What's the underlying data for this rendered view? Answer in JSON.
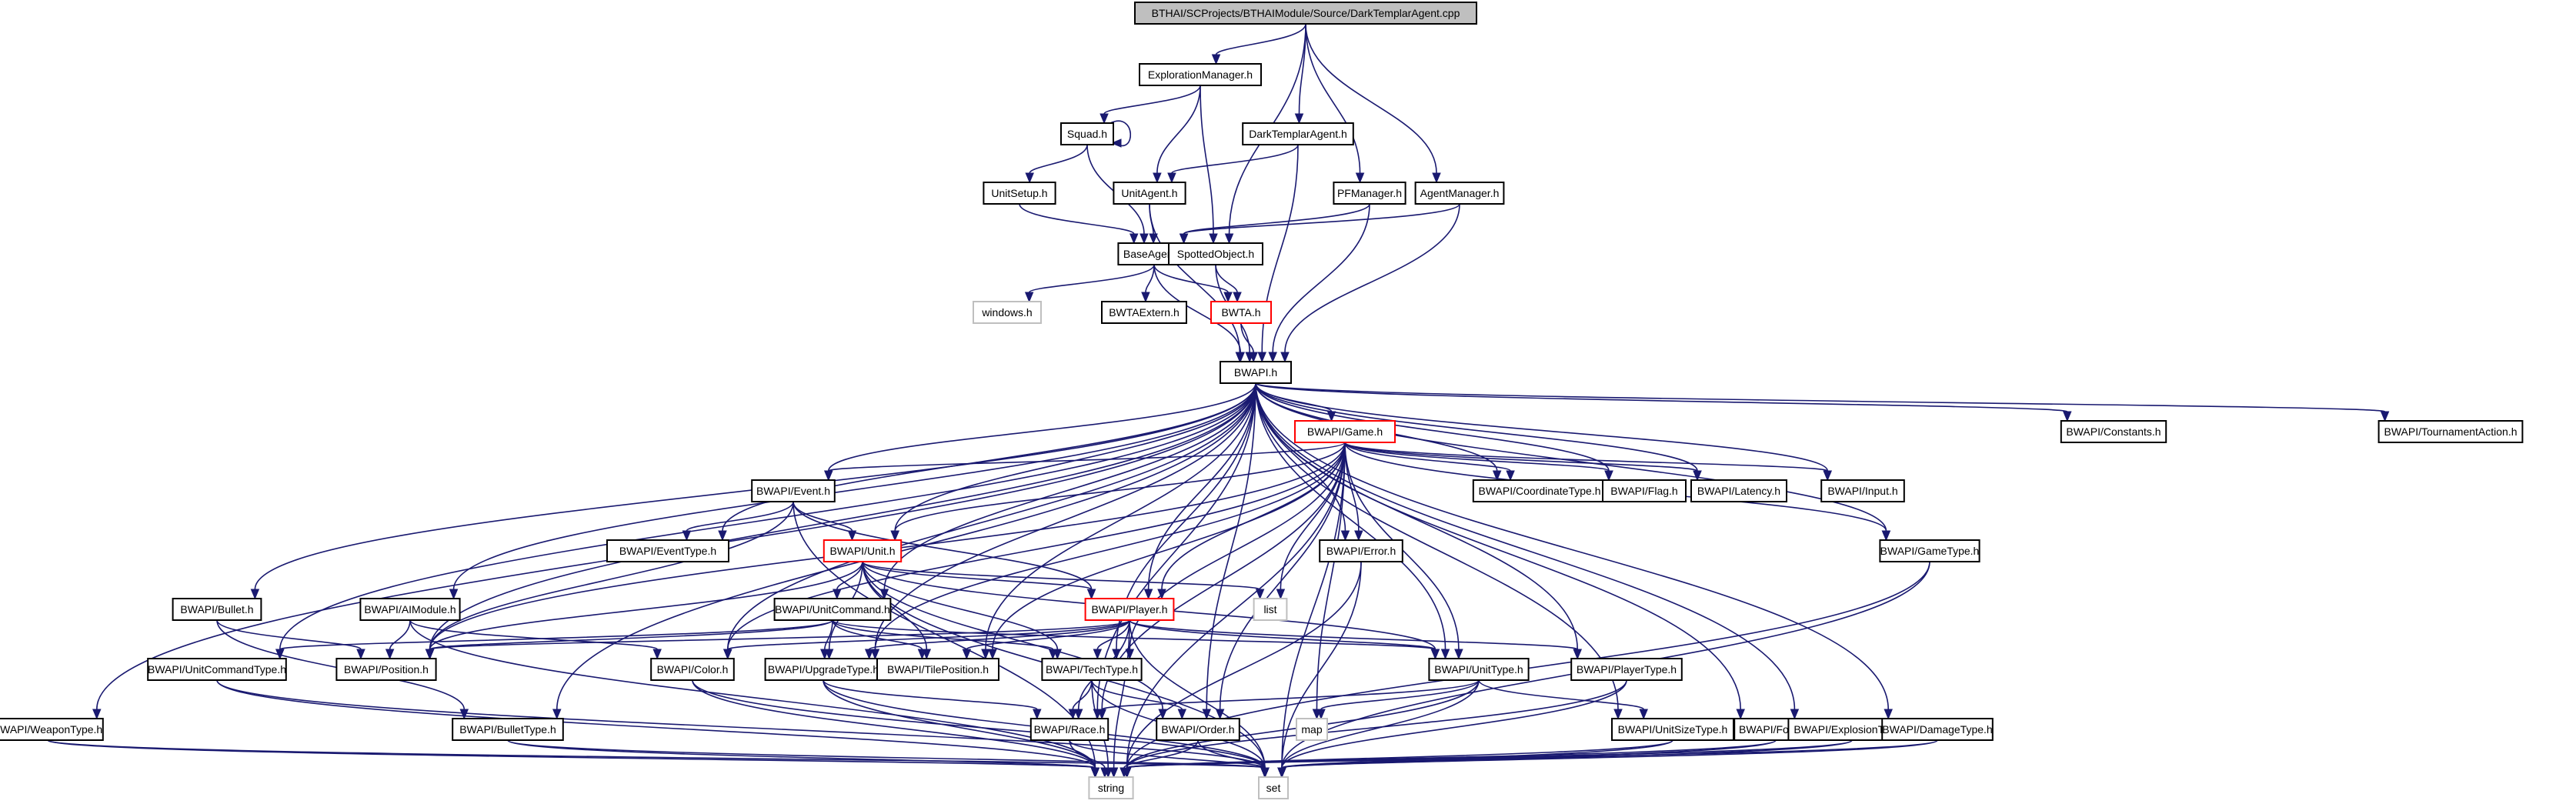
{
  "title": "BTHAI/SCProjects/BTHAIModule/Source/DarkTemplarAgent.cpp",
  "colors": {
    "edge": "#191970",
    "root_fill": "#bfbfbf",
    "incomplete_border": "#ff0000",
    "external_border": "#bfbfbf"
  },
  "nodes": [
    {
      "id": "root",
      "label": "BTHAI/SCProjects/BTHAIModule/Source/DarkTemplarAgent.cpp",
      "kind": "root"
    },
    {
      "id": "exploration",
      "label": "ExplorationManager.h",
      "kind": "normal"
    },
    {
      "id": "dta",
      "label": "DarkTemplarAgent.h",
      "kind": "normal"
    },
    {
      "id": "pfmanager",
      "label": "PFManager.h",
      "kind": "normal"
    },
    {
      "id": "agentmanager",
      "label": "AgentManager.h",
      "kind": "normal"
    },
    {
      "id": "squad",
      "label": "Squad.h",
      "kind": "normal"
    },
    {
      "id": "unitsetup",
      "label": "UnitSetup.h",
      "kind": "normal"
    },
    {
      "id": "unitagent",
      "label": "UnitAgent.h",
      "kind": "normal"
    },
    {
      "id": "baseagent",
      "label": "BaseAgent.h",
      "kind": "normal"
    },
    {
      "id": "spotted",
      "label": "SpottedObject.h",
      "kind": "normal"
    },
    {
      "id": "windows",
      "label": "windows.h",
      "kind": "external"
    },
    {
      "id": "bwtaextern",
      "label": "BWTAExtern.h",
      "kind": "normal"
    },
    {
      "id": "bwta",
      "label": "BWTA.h",
      "kind": "truncated"
    },
    {
      "id": "bwapi",
      "label": "BWAPI.h",
      "kind": "normal"
    },
    {
      "id": "game",
      "label": "BWAPI/Game.h",
      "kind": "truncated"
    },
    {
      "id": "constants",
      "label": "BWAPI/Constants.h",
      "kind": "normal"
    },
    {
      "id": "tournament",
      "label": "BWAPI/TournamentAction.h",
      "kind": "normal"
    },
    {
      "id": "event",
      "label": "BWAPI/Event.h",
      "kind": "normal"
    },
    {
      "id": "coordtype",
      "label": "BWAPI/CoordinateType.h",
      "kind": "normal"
    },
    {
      "id": "flag",
      "label": "BWAPI/Flag.h",
      "kind": "normal"
    },
    {
      "id": "latency",
      "label": "BWAPI/Latency.h",
      "kind": "normal"
    },
    {
      "id": "input",
      "label": "BWAPI/Input.h",
      "kind": "normal"
    },
    {
      "id": "eventtype",
      "label": "BWAPI/EventType.h",
      "kind": "normal"
    },
    {
      "id": "unit",
      "label": "BWAPI/Unit.h",
      "kind": "truncated"
    },
    {
      "id": "error",
      "label": "BWAPI/Error.h",
      "kind": "normal"
    },
    {
      "id": "gametype",
      "label": "BWAPI/GameType.h",
      "kind": "normal"
    },
    {
      "id": "list",
      "label": "list",
      "kind": "external"
    },
    {
      "id": "bullet",
      "label": "BWAPI/Bullet.h",
      "kind": "normal"
    },
    {
      "id": "aimodule",
      "label": "BWAPI/AIModule.h",
      "kind": "normal"
    },
    {
      "id": "unitcommand",
      "label": "BWAPI/UnitCommand.h",
      "kind": "normal"
    },
    {
      "id": "player",
      "label": "BWAPI/Player.h",
      "kind": "truncated"
    },
    {
      "id": "unitcommandtype",
      "label": "BWAPI/UnitCommandType.h",
      "kind": "normal"
    },
    {
      "id": "position",
      "label": "BWAPI/Position.h",
      "kind": "normal"
    },
    {
      "id": "color",
      "label": "BWAPI/Color.h",
      "kind": "normal"
    },
    {
      "id": "upgradetype",
      "label": "BWAPI/UpgradeType.h",
      "kind": "normal"
    },
    {
      "id": "tileposition",
      "label": "BWAPI/TilePosition.h",
      "kind": "normal"
    },
    {
      "id": "techtype",
      "label": "BWAPI/TechType.h",
      "kind": "normal"
    },
    {
      "id": "unittype",
      "label": "BWAPI/UnitType.h",
      "kind": "normal"
    },
    {
      "id": "playertype",
      "label": "BWAPI/PlayerType.h",
      "kind": "normal"
    },
    {
      "id": "weapontype",
      "label": "BWAPI/WeaponType.h",
      "kind": "normal"
    },
    {
      "id": "bullettype",
      "label": "BWAPI/BulletType.h",
      "kind": "normal"
    },
    {
      "id": "race",
      "label": "BWAPI/Race.h",
      "kind": "normal"
    },
    {
      "id": "order",
      "label": "BWAPI/Order.h",
      "kind": "normal"
    },
    {
      "id": "map",
      "label": "map",
      "kind": "external"
    },
    {
      "id": "unitsizetype",
      "label": "BWAPI/UnitSizeType.h",
      "kind": "normal"
    },
    {
      "id": "force",
      "label": "BWAPI/Force.h",
      "kind": "normal"
    },
    {
      "id": "explosiontype",
      "label": "BWAPI/ExplosionType.h",
      "kind": "normal"
    },
    {
      "id": "damagetype",
      "label": "BWAPI/DamageType.h",
      "kind": "normal"
    },
    {
      "id": "string",
      "label": "string",
      "kind": "external"
    },
    {
      "id": "set",
      "label": "set",
      "kind": "external"
    }
  ],
  "edges": [
    [
      "root",
      "exploration"
    ],
    [
      "root",
      "dta"
    ],
    [
      "root",
      "pfmanager"
    ],
    [
      "root",
      "agentmanager"
    ],
    [
      "root",
      "spotted"
    ],
    [
      "exploration",
      "squad"
    ],
    [
      "exploration",
      "unitagent"
    ],
    [
      "exploration",
      "spotted"
    ],
    [
      "squad",
      "squad"
    ],
    [
      "squad",
      "unitsetup"
    ],
    [
      "squad",
      "baseagent"
    ],
    [
      "dta",
      "unitagent"
    ],
    [
      "dta",
      "bwapi"
    ],
    [
      "unitsetup",
      "baseagent"
    ],
    [
      "unitagent",
      "baseagent"
    ],
    [
      "unitagent",
      "bwapi"
    ],
    [
      "pfmanager",
      "baseagent"
    ],
    [
      "pfmanager",
      "bwapi"
    ],
    [
      "agentmanager",
      "baseagent"
    ],
    [
      "agentmanager",
      "bwapi"
    ],
    [
      "baseagent",
      "windows"
    ],
    [
      "baseagent",
      "bwtaextern"
    ],
    [
      "baseagent",
      "bwta"
    ],
    [
      "baseagent",
      "bwapi"
    ],
    [
      "spotted",
      "bwta"
    ],
    [
      "spotted",
      "bwapi"
    ],
    [
      "bwta",
      "bwapi"
    ],
    [
      "bwapi",
      "game"
    ],
    [
      "bwapi",
      "constants"
    ],
    [
      "bwapi",
      "tournament"
    ],
    [
      "bwapi",
      "event"
    ],
    [
      "bwapi",
      "coordtype"
    ],
    [
      "bwapi",
      "flag"
    ],
    [
      "bwapi",
      "latency"
    ],
    [
      "bwapi",
      "input"
    ],
    [
      "bwapi",
      "eventtype"
    ],
    [
      "bwapi",
      "unit"
    ],
    [
      "bwapi",
      "error"
    ],
    [
      "bwapi",
      "gametype"
    ],
    [
      "bwapi",
      "bullet"
    ],
    [
      "bwapi",
      "aimodule"
    ],
    [
      "bwapi",
      "unitcommand"
    ],
    [
      "bwapi",
      "player"
    ],
    [
      "bwapi",
      "unitcommandtype"
    ],
    [
      "bwapi",
      "position"
    ],
    [
      "bwapi",
      "color"
    ],
    [
      "bwapi",
      "upgradetype"
    ],
    [
      "bwapi",
      "tileposition"
    ],
    [
      "bwapi",
      "techtype"
    ],
    [
      "bwapi",
      "unittype"
    ],
    [
      "bwapi",
      "playertype"
    ],
    [
      "bwapi",
      "weapontype"
    ],
    [
      "bwapi",
      "bullettype"
    ],
    [
      "bwapi",
      "race"
    ],
    [
      "bwapi",
      "order"
    ],
    [
      "bwapi",
      "unitsizetype"
    ],
    [
      "bwapi",
      "force"
    ],
    [
      "bwapi",
      "explosiontype"
    ],
    [
      "bwapi",
      "damagetype"
    ],
    [
      "game",
      "event"
    ],
    [
      "game",
      "coordtype"
    ],
    [
      "game",
      "flag"
    ],
    [
      "game",
      "latency"
    ],
    [
      "game",
      "input"
    ],
    [
      "game",
      "unit"
    ],
    [
      "game",
      "error"
    ],
    [
      "game",
      "gametype"
    ],
    [
      "game",
      "list"
    ],
    [
      "game",
      "player"
    ],
    [
      "game",
      "position"
    ],
    [
      "game",
      "color"
    ],
    [
      "game",
      "upgradetype"
    ],
    [
      "game",
      "tileposition"
    ],
    [
      "game",
      "techtype"
    ],
    [
      "game",
      "unittype"
    ],
    [
      "game",
      "race"
    ],
    [
      "game",
      "order"
    ],
    [
      "game",
      "map"
    ],
    [
      "game",
      "set"
    ],
    [
      "game",
      "string"
    ],
    [
      "event",
      "eventtype"
    ],
    [
      "event",
      "unit"
    ],
    [
      "event",
      "player"
    ],
    [
      "event",
      "position"
    ],
    [
      "event",
      "string"
    ],
    [
      "unit",
      "unitcommand"
    ],
    [
      "unit",
      "list"
    ],
    [
      "unit",
      "position"
    ],
    [
      "unit",
      "tileposition"
    ],
    [
      "unit",
      "upgradetype"
    ],
    [
      "unit",
      "techtype"
    ],
    [
      "unit",
      "unittype"
    ],
    [
      "unit",
      "order"
    ],
    [
      "unit",
      "player"
    ],
    [
      "unit",
      "set"
    ],
    [
      "bullet",
      "position"
    ],
    [
      "bullet",
      "bullettype"
    ],
    [
      "aimodule",
      "position"
    ],
    [
      "aimodule",
      "color"
    ],
    [
      "aimodule",
      "string"
    ],
    [
      "unitcommand",
      "unitcommandtype"
    ],
    [
      "unitcommand",
      "position"
    ],
    [
      "unitcommand",
      "tileposition"
    ],
    [
      "unitcommand",
      "upgradetype"
    ],
    [
      "unitcommand",
      "techtype"
    ],
    [
      "unitcommand",
      "unittype"
    ],
    [
      "player",
      "color"
    ],
    [
      "player",
      "upgradetype"
    ],
    [
      "player",
      "tileposition"
    ],
    [
      "player",
      "techtype"
    ],
    [
      "player",
      "unittype"
    ],
    [
      "player",
      "race"
    ],
    [
      "player",
      "playertype"
    ],
    [
      "player",
      "set"
    ],
    [
      "player",
      "string"
    ],
    [
      "player",
      "position"
    ],
    [
      "unitcommandtype",
      "string"
    ],
    [
      "unitcommandtype",
      "set"
    ],
    [
      "color",
      "string"
    ],
    [
      "color",
      "set"
    ],
    [
      "upgradetype",
      "race"
    ],
    [
      "upgradetype",
      "string"
    ],
    [
      "upgradetype",
      "set"
    ],
    [
      "techtype",
      "race"
    ],
    [
      "techtype",
      "order"
    ],
    [
      "techtype",
      "string"
    ],
    [
      "techtype",
      "set"
    ],
    [
      "unittype",
      "race"
    ],
    [
      "unittype",
      "unitsizetype"
    ],
    [
      "unittype",
      "map"
    ],
    [
      "unittype",
      "string"
    ],
    [
      "unittype",
      "set"
    ],
    [
      "playertype",
      "string"
    ],
    [
      "playertype",
      "set"
    ],
    [
      "weapontype",
      "string"
    ],
    [
      "weapontype",
      "set"
    ],
    [
      "bullettype",
      "string"
    ],
    [
      "bullettype",
      "set"
    ],
    [
      "race",
      "string"
    ],
    [
      "race",
      "set"
    ],
    [
      "order",
      "string"
    ],
    [
      "order",
      "set"
    ],
    [
      "error",
      "string"
    ],
    [
      "error",
      "set"
    ],
    [
      "gametype",
      "string"
    ],
    [
      "gametype",
      "set"
    ],
    [
      "unitsizetype",
      "string"
    ],
    [
      "unitsizetype",
      "set"
    ],
    [
      "force",
      "string"
    ],
    [
      "force",
      "set"
    ],
    [
      "explosiontype",
      "string"
    ],
    [
      "explosiontype",
      "set"
    ],
    [
      "damagetype",
      "string"
    ],
    [
      "damagetype",
      "set"
    ]
  ]
}
